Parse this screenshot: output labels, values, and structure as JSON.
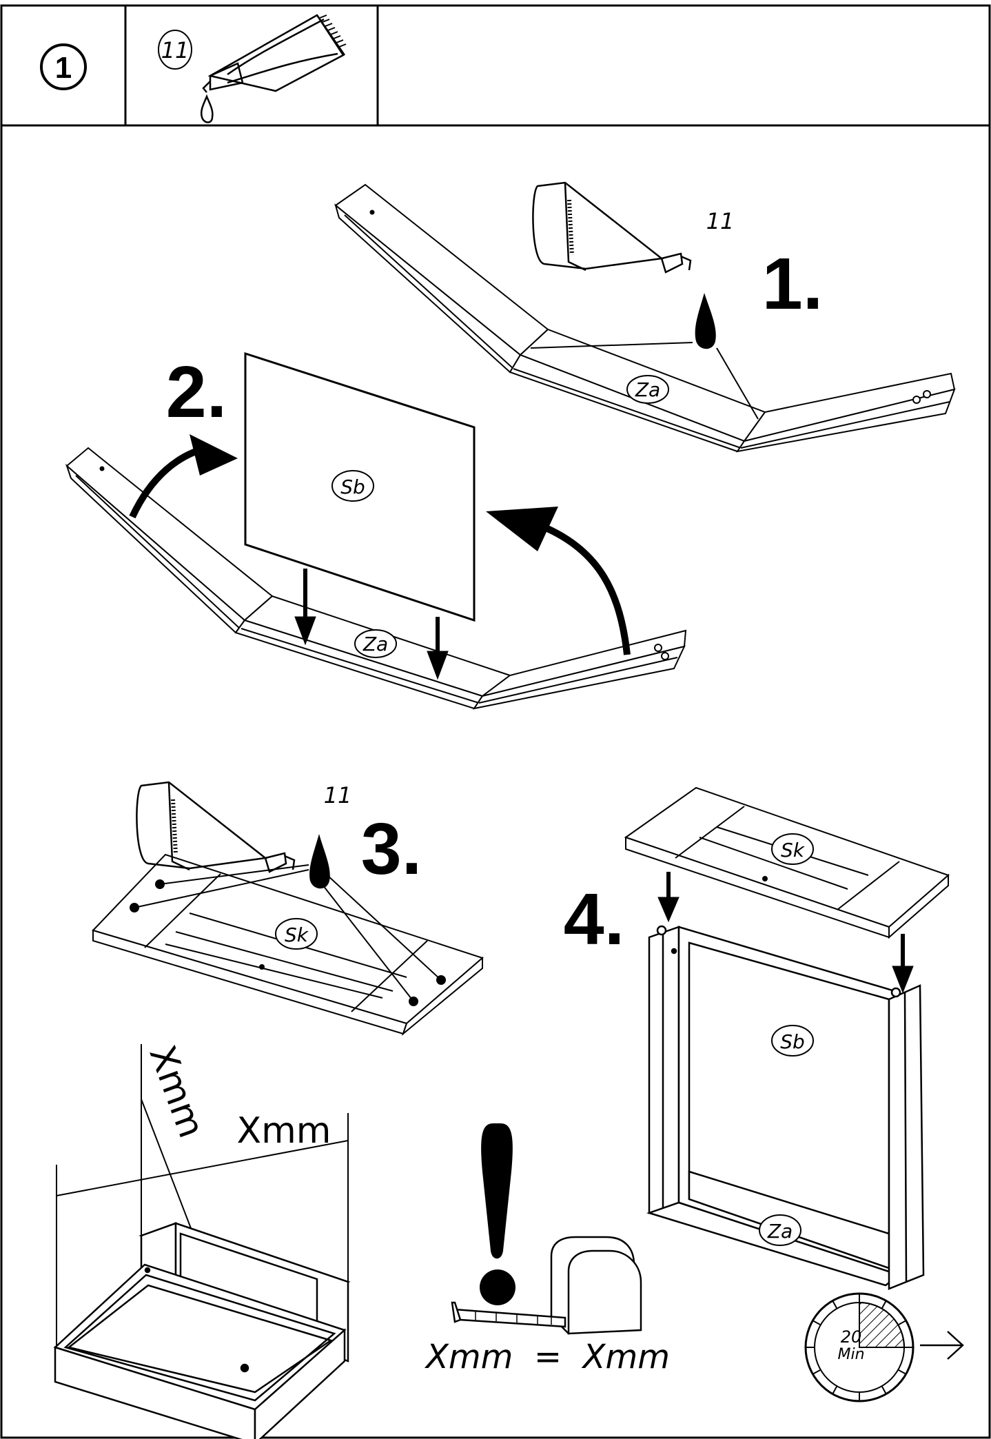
{
  "header": {
    "step_number": "1",
    "glue_ref": "11"
  },
  "steps": {
    "s1": {
      "label": "1.",
      "glue": "11",
      "part": "Za"
    },
    "s2": {
      "label": "2.",
      "panel": "Sb",
      "part": "Za"
    },
    "s3": {
      "label": "3.",
      "glue": "11",
      "part": "Sk"
    },
    "s4": {
      "label": "4.",
      "top": "Sk",
      "panel": "Sb",
      "bottom": "Za"
    }
  },
  "measure": {
    "diag_label": "Xmm",
    "width_label": "Xmm",
    "equation": "Xmm  =  Xmm"
  },
  "timer": {
    "minutes": "20",
    "unit": "Min"
  }
}
